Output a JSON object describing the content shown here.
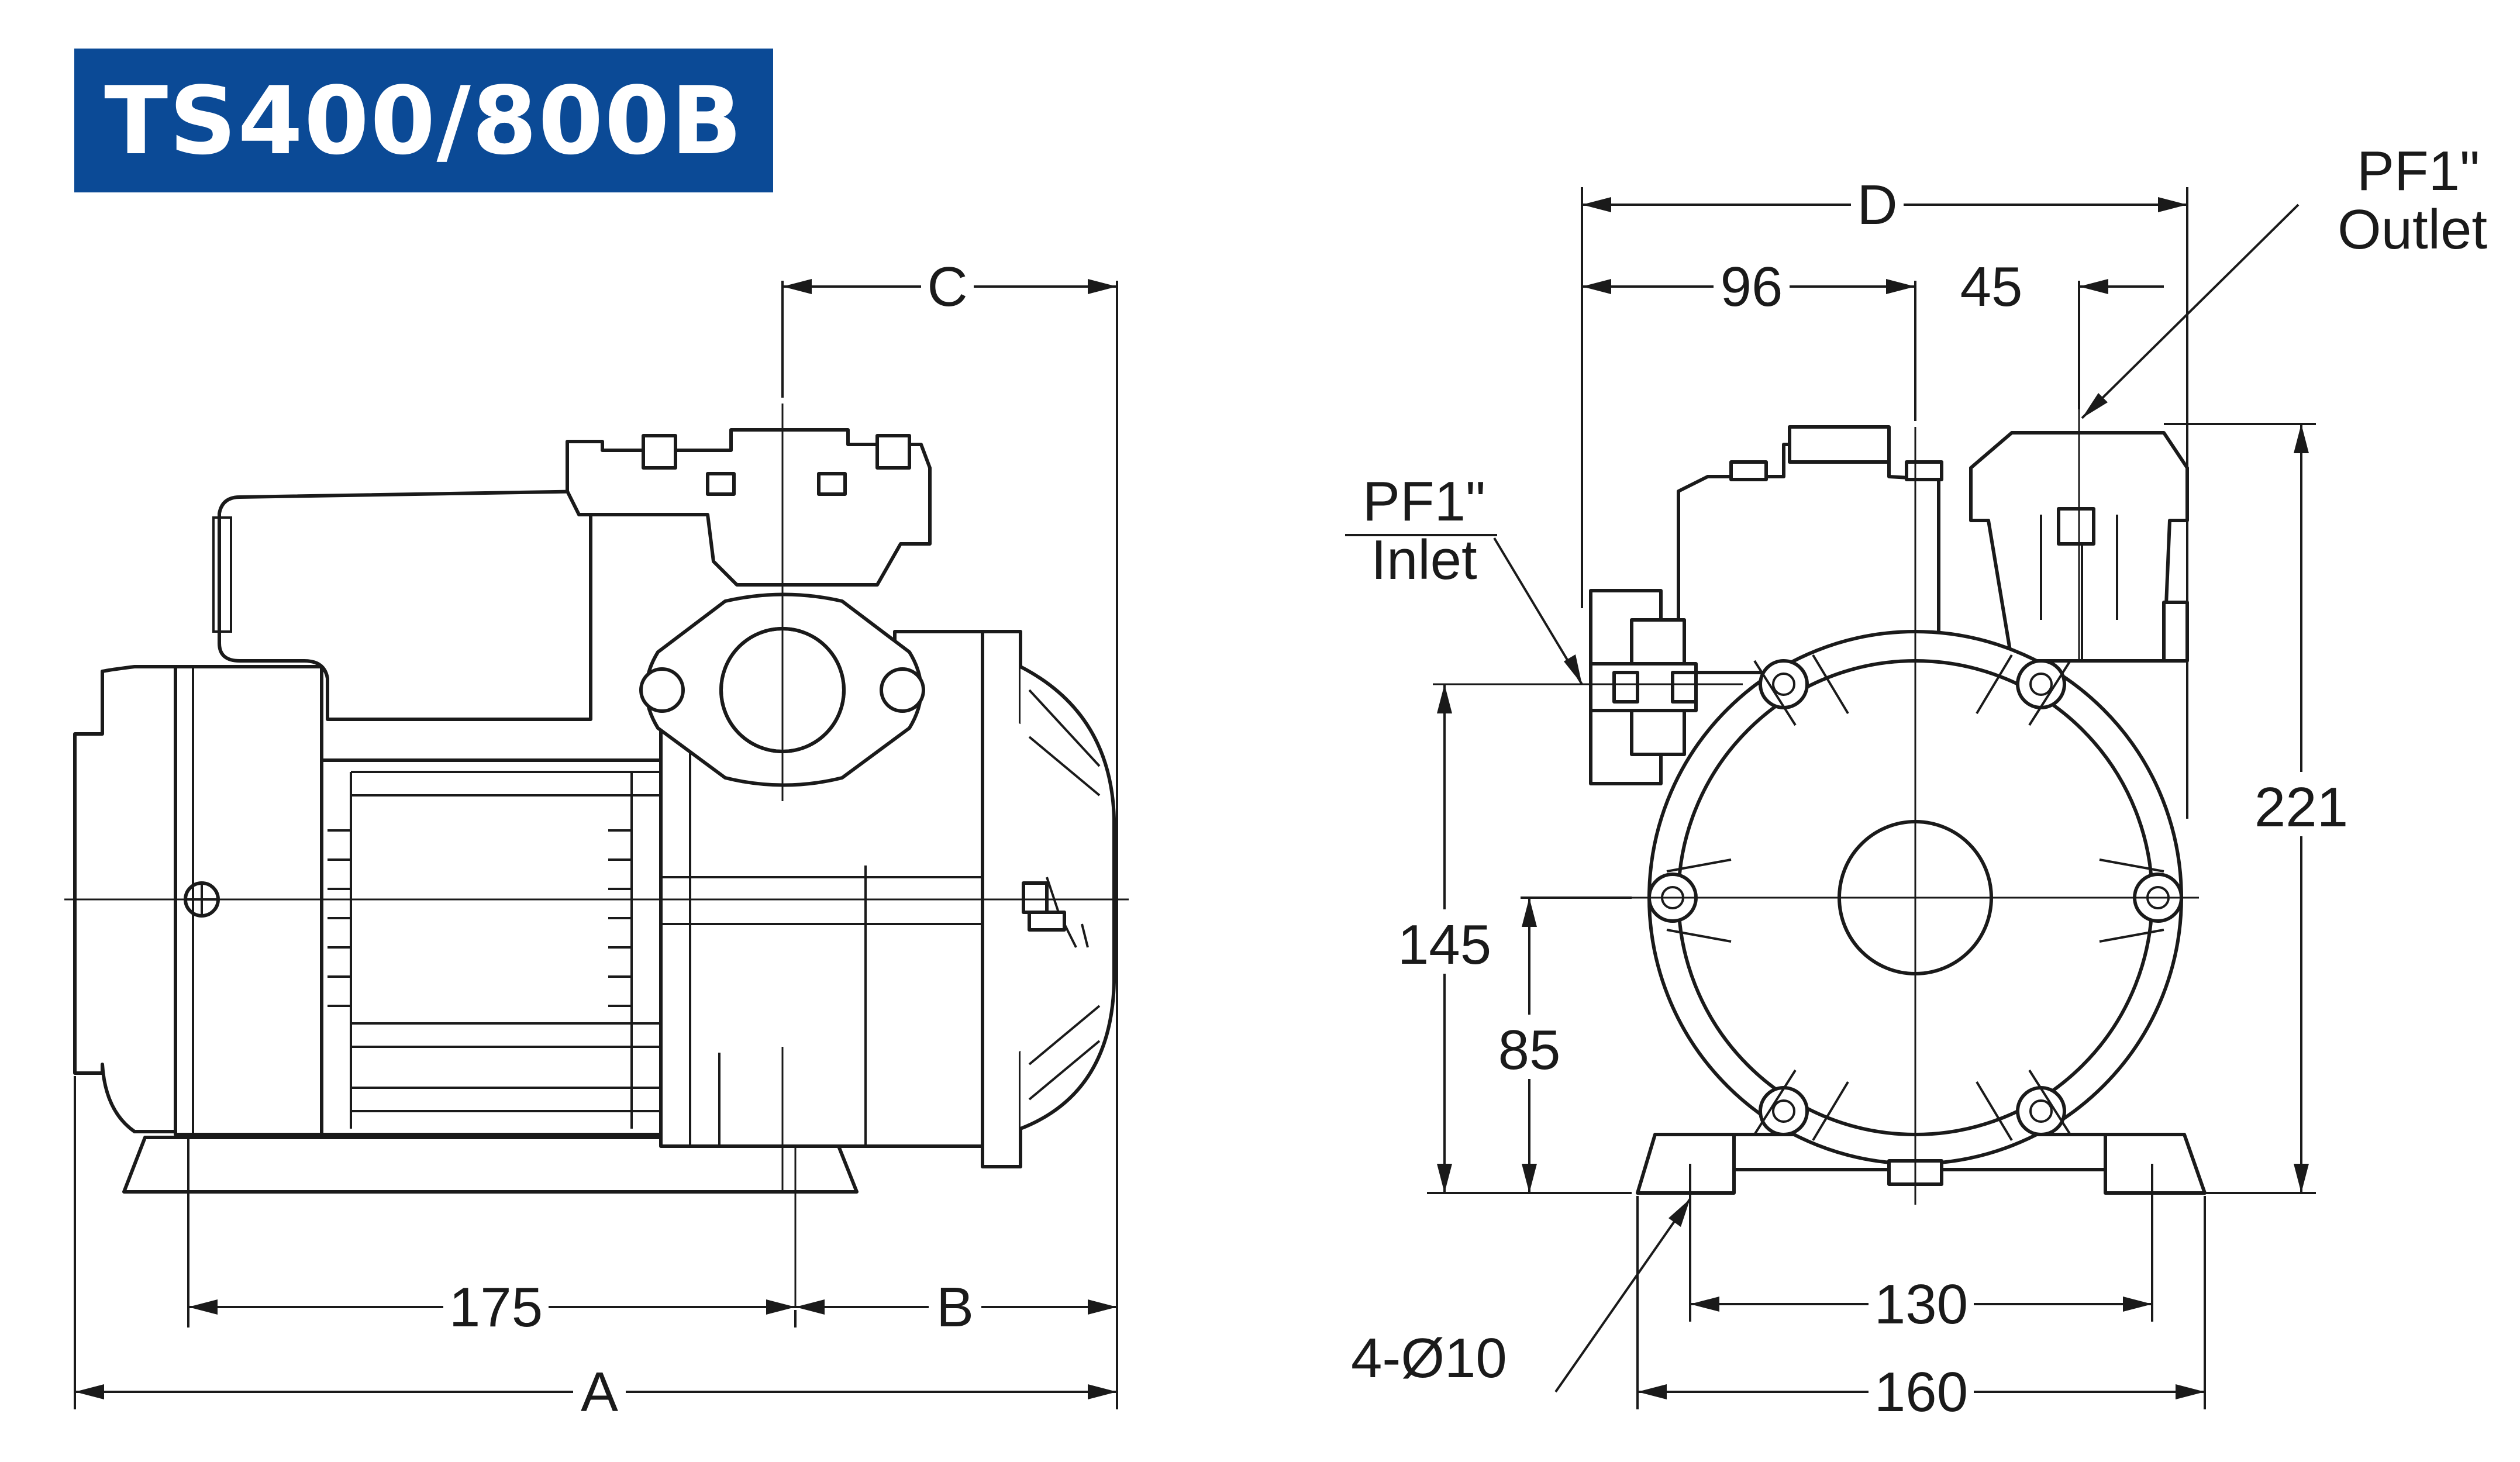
{
  "title": "TS400/800B",
  "side_view": {
    "dim_175": "175",
    "dim_b": "B",
    "dim_a": "A",
    "dim_c": "C"
  },
  "front_view": {
    "dim_d": "D",
    "dim_96": "96",
    "dim_45": "45",
    "outlet_line1": "PF1\"",
    "outlet_line2": "Outlet",
    "inlet_line1": "PF1\"",
    "inlet_line2": "Inlet",
    "dim_221": "221",
    "dim_145": "145",
    "dim_85": "85",
    "dim_130": "130",
    "dim_160": "160",
    "holes_label": "4-Ø10"
  },
  "colors": {
    "title_bg": "#0b4a96",
    "title_text": "#ffffff",
    "line": "#1a1a1a"
  }
}
